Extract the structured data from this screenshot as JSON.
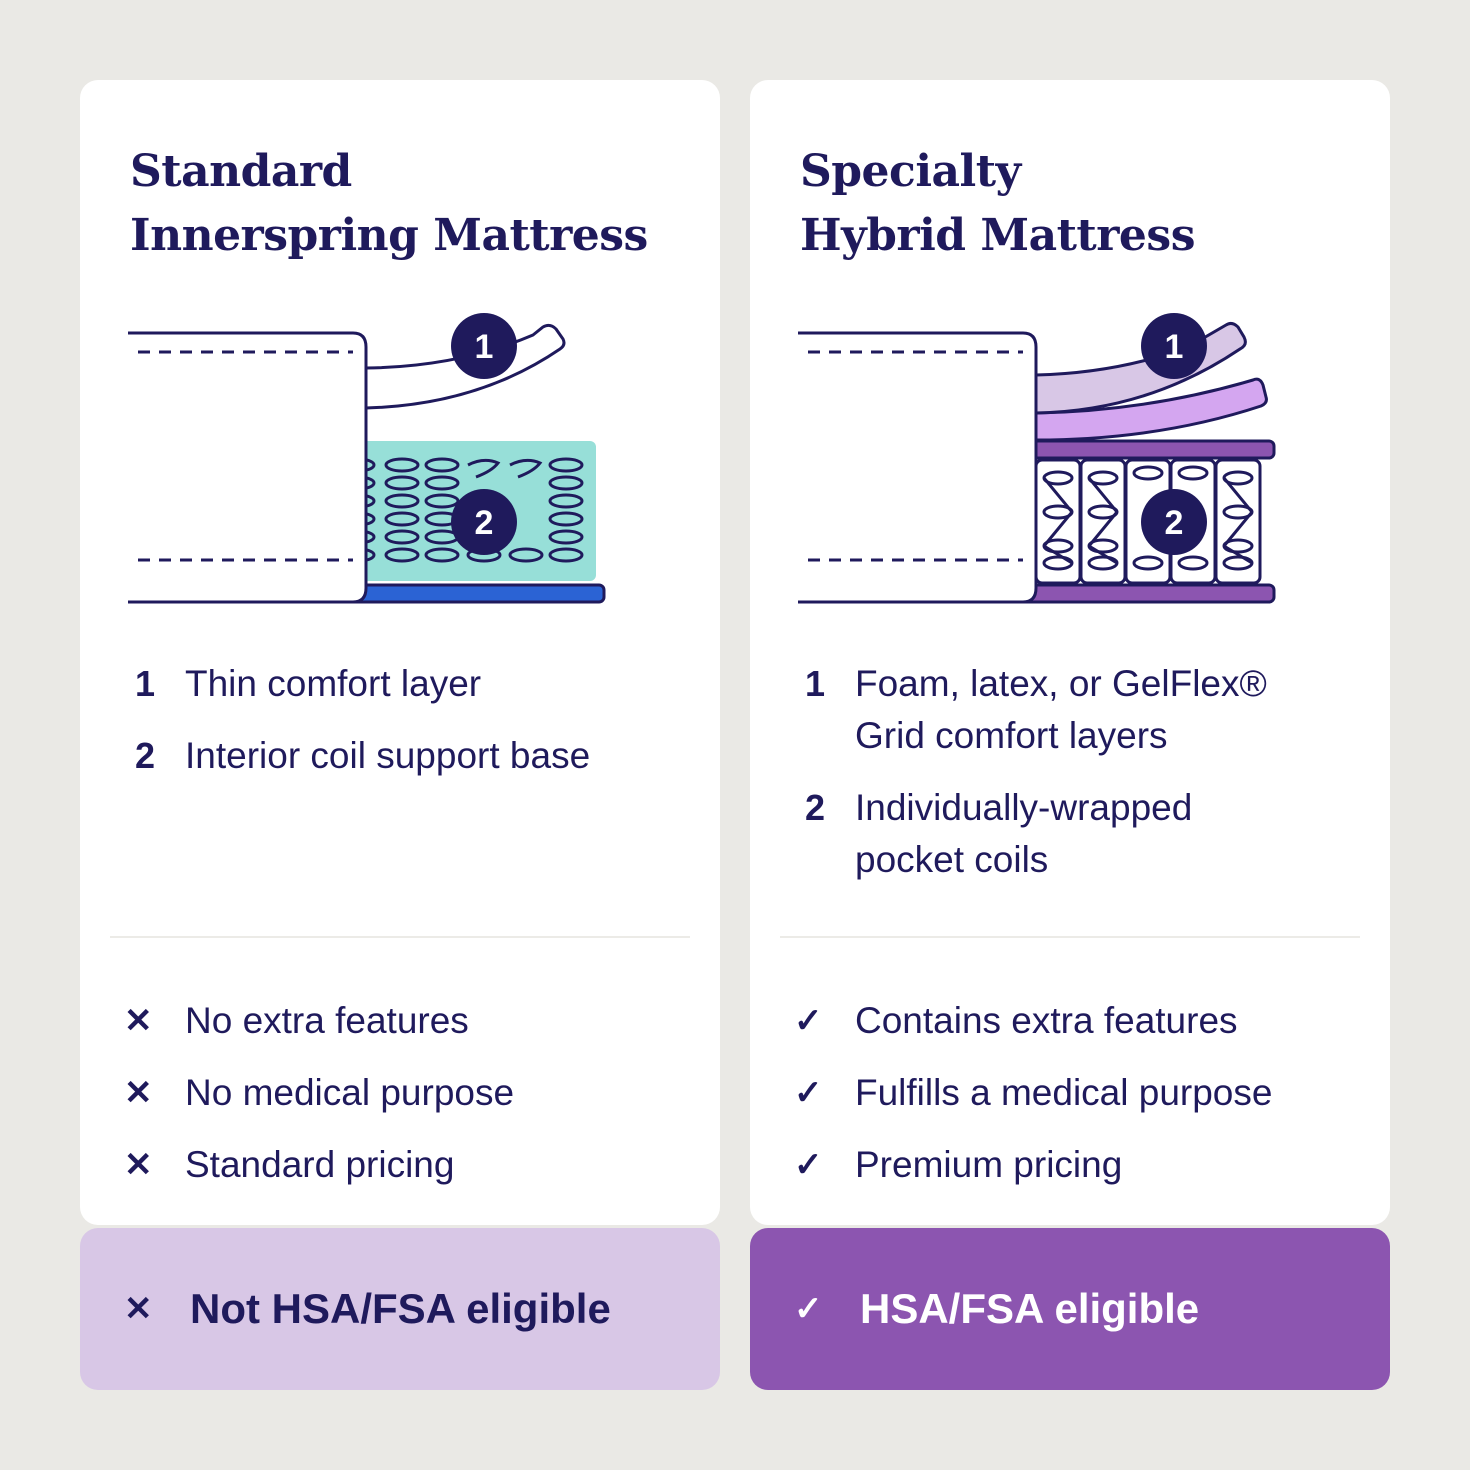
{
  "colors": {
    "background": "#EAE9E5",
    "card": "#FFFFFF",
    "navy": "#1F1A5C",
    "teal": "#97DFD8",
    "blue": "#2B63D4",
    "lavender_light": "#D8C7E6",
    "lavender": "#D4A6F0",
    "purple": "#8C55B0"
  },
  "left": {
    "title_line1": "Standard",
    "title_line2": "Innerspring Mattress",
    "markers": [
      "1",
      "2"
    ],
    "components": [
      {
        "num": "1",
        "text": "Thin comfort layer"
      },
      {
        "num": "2",
        "text": "Interior coil support base"
      }
    ],
    "features": [
      {
        "icon": "x-icon",
        "glyph": "✕",
        "text": "No extra features"
      },
      {
        "icon": "x-icon",
        "glyph": "✕",
        "text": "No medical purpose"
      },
      {
        "icon": "x-icon",
        "glyph": "✕",
        "text": "Standard pricing"
      }
    ],
    "badge": {
      "icon": "x-icon",
      "glyph": "✕",
      "text": "Not HSA/FSA eligible"
    }
  },
  "right": {
    "title_line1": "Specialty",
    "title_line2": "Hybrid Mattress",
    "markers": [
      "1",
      "2"
    ],
    "components": [
      {
        "num": "1",
        "text_line1": "Foam, latex, or GelFlex®",
        "text_line2": "Grid comfort layers"
      },
      {
        "num": "2",
        "text_line1": "Individually-wrapped",
        "text_line2": "pocket coils"
      }
    ],
    "features": [
      {
        "icon": "check-icon",
        "glyph": "✓",
        "text": "Contains extra features"
      },
      {
        "icon": "check-icon",
        "glyph": "✓",
        "text": "Fulfills a medical purpose"
      },
      {
        "icon": "check-icon",
        "glyph": "✓",
        "text": "Premium pricing"
      }
    ],
    "badge": {
      "icon": "check-icon",
      "glyph": "✓",
      "text": "HSA/FSA eligible"
    }
  }
}
